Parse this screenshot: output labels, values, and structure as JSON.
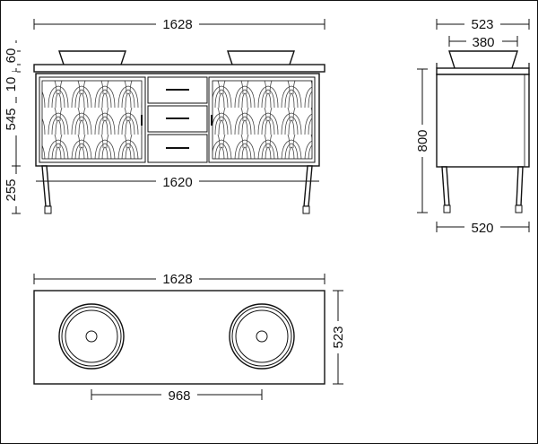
{
  "front_view": {
    "overall_width": "1628",
    "bottom_width": "1620",
    "height_basin_top": "60",
    "height_top_slab": "10",
    "height_cabinet": "545",
    "height_legs": "255"
  },
  "side_view": {
    "overall_depth": "523",
    "basin_diameter": "380",
    "overall_height": "800",
    "leg_depth": "520"
  },
  "top_view": {
    "overall_width": "1628",
    "overall_depth": "523",
    "basin_spacing": "968"
  }
}
